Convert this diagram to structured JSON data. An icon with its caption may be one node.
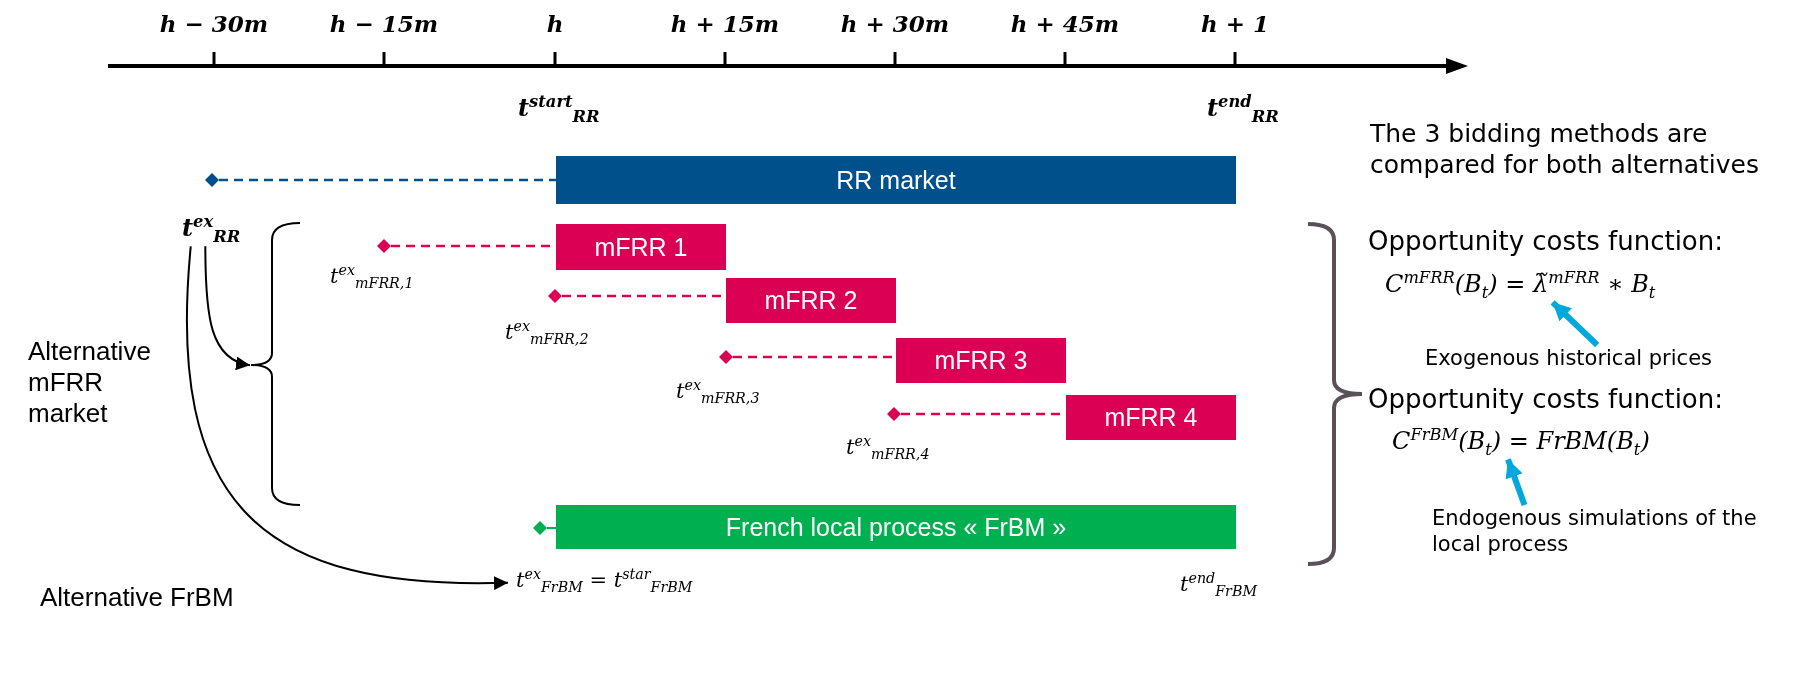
{
  "diagram": {
    "nodes": [
      {
        "text": [],
        "shape": "diamond"
      },
      {
        "text": [
          "t$^{ex}$$_{RR}$"
        ]
      },
      {
        "text": [
          "RR market"
        ]
      },
      {
        "text": [],
        "shape": "diamond",
        "beside": [
          "t$^{ex}$$_{mFRR,1}$"
        ]
      },
      {
        "text": [
          "mFRR 1"
        ]
      },
      {
        "text": [],
        "shape": "diamond",
        "beside": [
          "t$^{ex}$$_{mFRR,2}$"
        ]
      },
      {
        "text": [
          "mFRR 2"
        ]
      },
      {
        "text": [],
        "shape": "diamond",
        "beside": [
          "t$^{ex}$$_{mFRR,3}$"
        ]
      },
      {
        "text": [
          "mFRR 3"
        ]
      },
      {
        "text": [],
        "shape": "diamond",
        "beside": [
          "t$^{ex}$$_{mFRR,4}$"
        ]
      },
      {
        "text": [
          "mFRR 4"
        ]
      },
      {
        "text": [],
        "shape": "brace"
      },
      {
        "text": [],
        "shape": "diamond"
      },
      {
        "text": [
          "French local process « FrBM »"
        ]
      },
      {
        "text": [
          "t$^{ex}$$_{FrBM}$ = t$^{star}$$_{FrBM}$"
        ]
      },
      {
        "text": [
          "C$^{mFRR}$(B$_{t}$) = λ̃$^{mFRR}$ ∗ B$_{t}$"
        ]
      },
      {
        "text": [
          "Exogenous historical prices"
        ]
      },
      {
        "text": [
          "C$^{FrBM}$(B$_{t}$) = FrBM(B$_{t}$)"
        ]
      },
      {
        "text": [
          "Endogenous simulations of the local process"
        ]
      }
    ],
    "edges": [
      {
        "from": 0,
        "to": 2,
        "arrow": "none",
        "style": "dashed",
        "color": "#00508c"
      },
      {
        "from": 3,
        "to": 4,
        "arrow": "none",
        "style": "dashed",
        "color": "#dc0055"
      },
      {
        "from": 5,
        "to": 6,
        "arrow": "none",
        "style": "dashed",
        "color": "#dc0055"
      },
      {
        "from": 7,
        "to": 8,
        "arrow": "none",
        "style": "dashed",
        "color": "#dc0055"
      },
      {
        "from": 9,
        "to": 10,
        "arrow": "none",
        "style": "dashed",
        "color": "#dc0055"
      },
      {
        "from": 12,
        "to": 13,
        "arrow": "none",
        "color": "#00b050"
      },
      {
        "from": 1,
        "to": 11,
        "arrow": "to",
        "color": "#000000"
      },
      {
        "from": 1,
        "to": 14,
        "arrow": "to",
        "color": "#000000"
      },
      {
        "from": 16,
        "to": 15,
        "arrow": "to",
        "style": "thick",
        "color": "#00a8dc"
      },
      {
        "from": 18,
        "to": 17,
        "arrow": "to",
        "style": "thick",
        "color": "#00a8dc"
      }
    ],
    "labels": [
      "h − 30m",
      "h − 15m",
      "h",
      "h + 15m",
      "h + 30m",
      "h + 45m",
      "h + 1",
      "t$^{start}$$_{RR}$",
      "t$^{end}$$_{RR}$",
      "Alternative mFRR market",
      "Alternative FrBM",
      "t$^{end}$$_{FrBM}$",
      "The 3 bidding methods are compared for both alternatives",
      "Opportunity costs function:",
      "Opportunity costs function:"
    ]
  }
}
